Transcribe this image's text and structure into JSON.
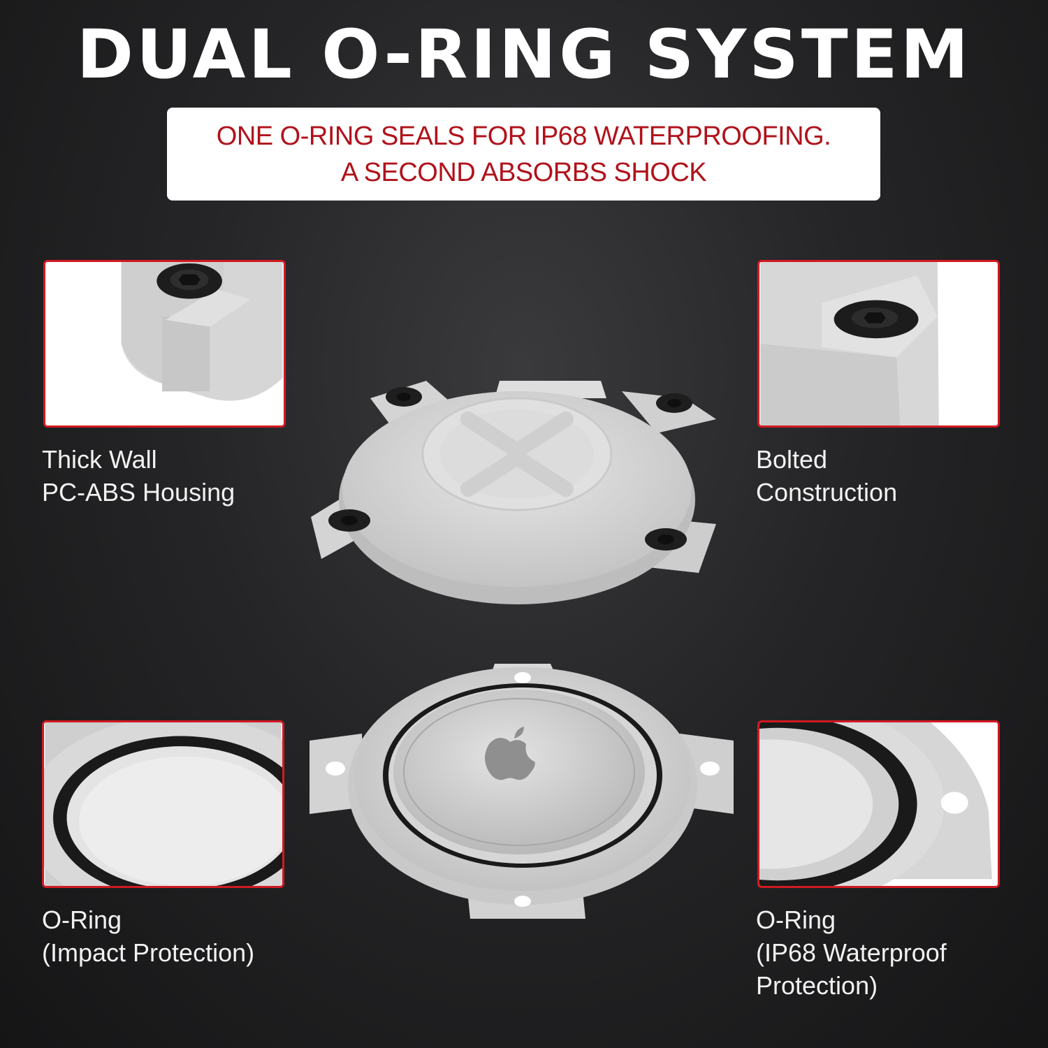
{
  "header": {
    "title": "DUAL O-RING SYSTEM",
    "subtitle_line1": "ONE O-RING SEALS FOR IP68 WATERPROOFING.",
    "subtitle_line2": "A SECOND ABSORBS SHOCK"
  },
  "features": [
    {
      "line1": "Thick Wall",
      "line2": "PC-ABS Housing"
    },
    {
      "line1": "Bolted",
      "line2": "Construction"
    },
    {
      "line1": "O-Ring",
      "line2": "(Impact Protection)"
    },
    {
      "line1": "O-Ring",
      "line2": "(IP68 Waterproof",
      "line3": "Protection)"
    }
  ],
  "colors": {
    "accent": "#d11a22",
    "subtitle_text": "#b0121b",
    "housing": "#d9d9d9",
    "bolt": "#1e1e1e"
  }
}
